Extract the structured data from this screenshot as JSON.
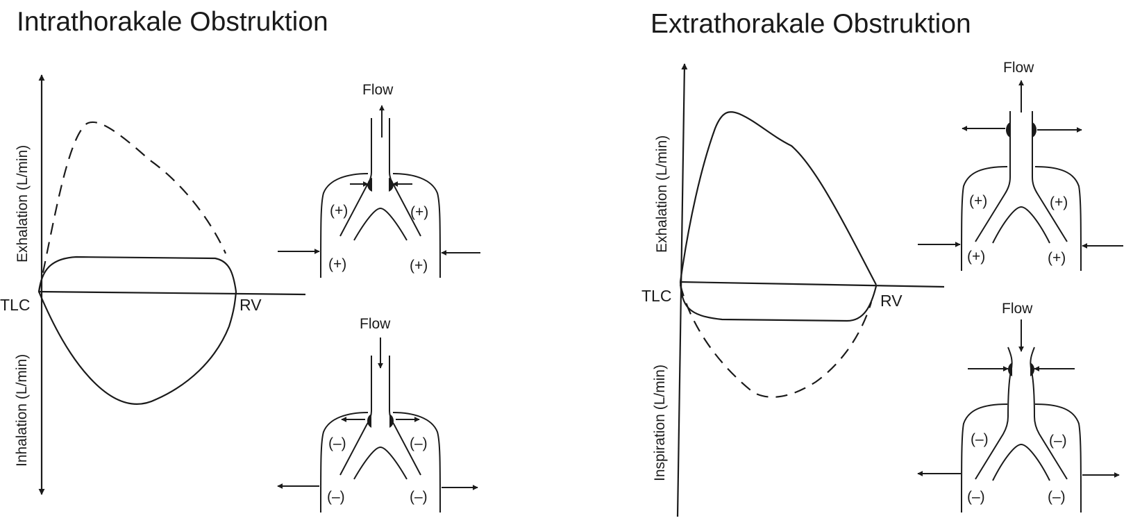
{
  "left": {
    "title": "Intrathorakale Obstruktion",
    "y_top_label": "Exhalation (L/min)",
    "y_bottom_label": "Inhalation (L/min)",
    "x_left_label": "TLC",
    "x_right_label": "RV",
    "upper_airway": {
      "flow_label": "Flow",
      "inner_sign": "(+)",
      "outer_sign": "(+)"
    },
    "lower_airway": {
      "flow_label": "Flow",
      "inner_sign": "(–)",
      "outer_sign": "(–)"
    }
  },
  "right": {
    "title": "Extrathorakale Obstruktion",
    "y_top_label": "Exhalation (L/min)",
    "y_bottom_label": "Inspiration (L/min)",
    "x_left_label": "TLC",
    "x_right_label": "RV",
    "upper_airway": {
      "flow_label": "Flow",
      "inner_sign": "(+)",
      "outer_sign": "(+)"
    },
    "lower_airway": {
      "flow_label": "Flow",
      "inner_sign": "(–)",
      "outer_sign": "(–)"
    }
  }
}
